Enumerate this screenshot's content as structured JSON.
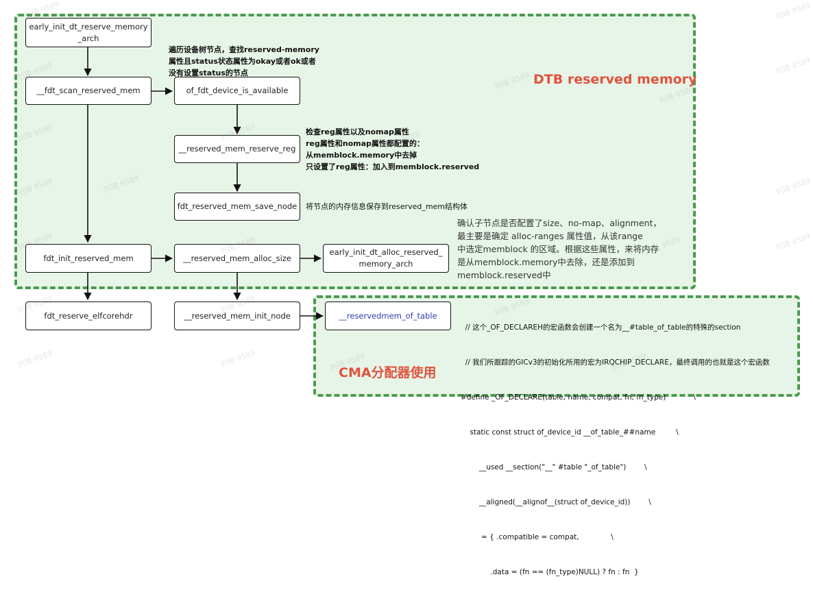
{
  "regions": {
    "dtb_title": "DTB reserved memory",
    "cma_title": "CMA分配器使用"
  },
  "nodes": {
    "early_init_arch": "early_init_dt_reserve_memory_arch",
    "fdt_scan": "__fdt_scan_reserved_mem",
    "of_fdt_available": "of_fdt_device_is_available",
    "reserve_reg": "__reserved_mem_reserve_reg",
    "save_node": "fdt_reserved_mem_save_node",
    "fdt_init": "fdt_init_reserved_mem",
    "alloc_size": "__reserved_mem_alloc_size",
    "alloc_arch": "early_init_dt_alloc_reserved_memory_arch",
    "elfcorehdr": "fdt_reserve_elfcorehdr",
    "init_node": "__reserved_mem_init_node",
    "of_table": "__reservedmem_of_table"
  },
  "notes": {
    "scan_note": [
      "遍历设备树节点，查找reserved-memory",
      "属性且status状态属性为okay或者ok或者",
      "没有设置status的节点"
    ],
    "reg_note": [
      "检查reg属性以及nomap属性",
      "reg属性和nomap属性都配置的：",
      "从memblock.memory中去掉",
      "只设置了reg属性：加入到memblock.reserved"
    ],
    "save_note": "将节点的内存信息保存到reserved_mem结构体",
    "alloc_note": [
      "确认子节点是否配置了size、no-map、alignment，",
      "最主要是确定 alloc-ranges 属性值，从该range",
      "中选定memblock 的区域。根据这些属性，来将内存",
      "是从memblock.memory中去除，还是添加到",
      "memblock.reserved中"
    ],
    "code_note": [
      "  // 这个_OF_DECLAREH的宏函数会创建一个名为__#table_of_table的特殊的section",
      "  // 我们所跟踪的GICv3的初始化所用的宏为IRQCHIP_DECLARE，最终调用的也就是这个宏函数",
      "#define _OF_DECLARE(table, name, compat, fn, fn_type)            \\",
      "    static const struct of_device_id __of_table_##name         \\",
      "        __used __section(\"__\" #table \"_of_table\")        \\",
      "        __aligned(__alignof__(struct of_device_id))        \\",
      "         = { .compatible = compat,              \\",
      "             .data = (fn == (fn_type)NULL) ? fn : fn  }"
    ]
  },
  "watermark": "刘琦 9589"
}
